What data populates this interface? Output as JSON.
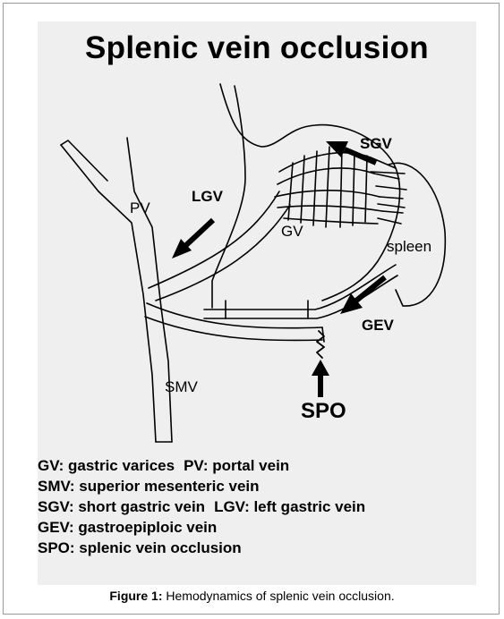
{
  "figure": {
    "title": "Splenic vein occlusion",
    "labels": {
      "pv": "PV",
      "lgv": "LGV",
      "gv": "GV",
      "sgv": "SGV",
      "spleen": "spleen",
      "gev": "GEV",
      "smv": "SMV",
      "spo": "SPO"
    },
    "legend": [
      [
        "GV: gastric varices",
        "PV: portal vein"
      ],
      [
        "SMV: superior mesenteric vein"
      ],
      [
        "SGV: short gastric vein",
        "LGV: left gastric vein"
      ],
      [
        "GEV: gastroepiploic vein"
      ],
      [
        "SPO: splenic vein occlusion"
      ]
    ]
  },
  "caption": {
    "label": "Figure 1:",
    "text": "Hemodynamics of splenic vein occlusion."
  }
}
